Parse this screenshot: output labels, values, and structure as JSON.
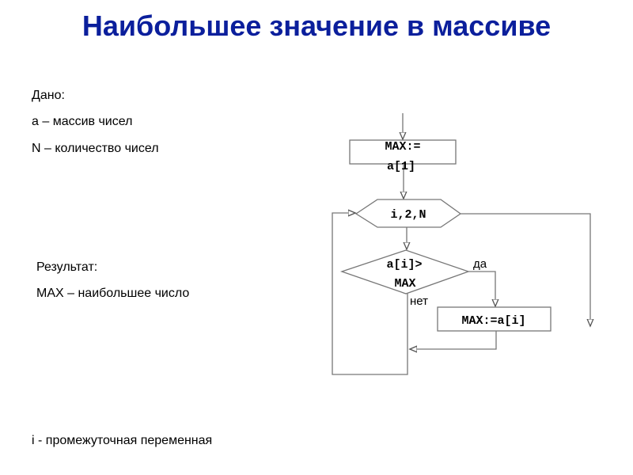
{
  "title": "Наибольшее значение в массиве",
  "given": {
    "heading": "Дано:",
    "lines": [
      "a – массив чисел",
      "N – количество чисел"
    ]
  },
  "result": {
    "heading": "Результат:",
    "line": "MAX – наибольшее число"
  },
  "note": "i - промежуточная переменная",
  "flowchart": {
    "init_line1": "MAX:=",
    "init_line2": "a[1]",
    "loop": "i,2,N",
    "cond_line1": "a[i]>",
    "cond_line2": "MAX",
    "yes": "да",
    "no": "нет",
    "assign": "MAX:=a[i]"
  }
}
